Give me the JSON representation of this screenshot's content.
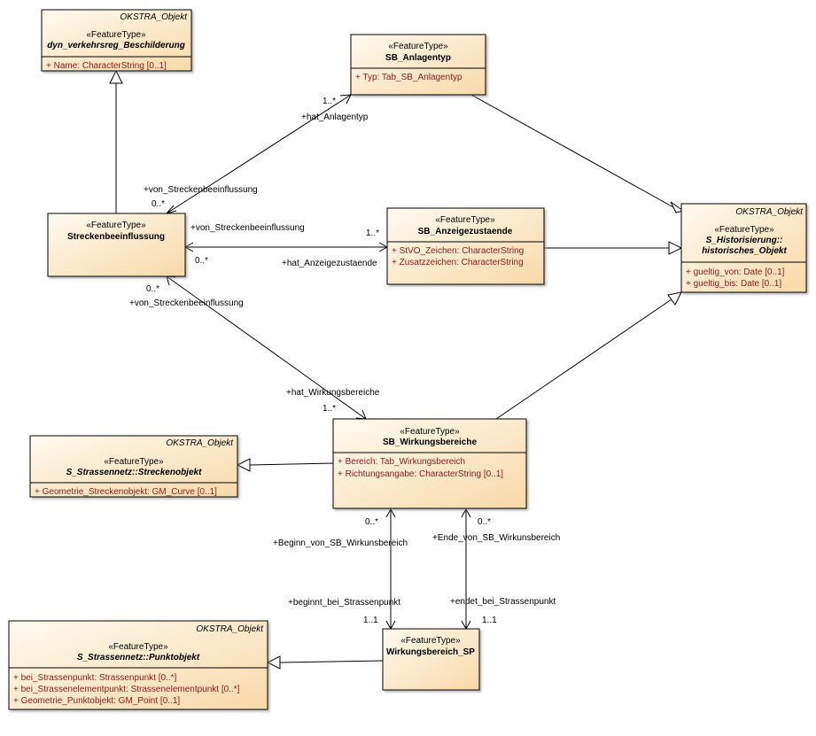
{
  "stereotype": "«FeatureType»",
  "classes": {
    "dyn": {
      "tag": "OKSTRA_Objekt",
      "stereotype": "«FeatureType»",
      "name": "dyn_verkehrsreg_Beschilderung",
      "attrs": [
        "+    Name: CharacterString [0..1]"
      ]
    },
    "anlagentyp": {
      "stereotype": "«FeatureType»",
      "name": "SB_Anlagentyp",
      "attrs": [
        "+    Typ: Tab_SB_Anlagentyp"
      ]
    },
    "streckenbee": {
      "stereotype": "«FeatureType»",
      "name": "Streckenbeeinflussung"
    },
    "anzeige": {
      "stereotype": "«FeatureType»",
      "name": "SB_Anzeigezustaende",
      "attrs": [
        "+    StVO_Zeichen: CharacterString",
        "+    Zusatzzeichen: CharacterString"
      ]
    },
    "hist": {
      "tag": "OKSTRA_Objekt",
      "stereotype": "«FeatureType»",
      "name1": "S_Historisierung::",
      "name2": "historisches_Objekt",
      "attrs": [
        "+    gueltig_von: Date [0..1]",
        "+    gueltig_bis: Date [0..1]"
      ]
    },
    "strecken": {
      "tag": "OKSTRA_Objekt",
      "stereotype": "«FeatureType»",
      "name": "S_Strassennetz::Streckenobjekt",
      "attrs": [
        "+    Geometrie_Streckenobjekt: GM_Curve [0..1]"
      ]
    },
    "wirk": {
      "stereotype": "«FeatureType»",
      "name": "SB_Wirkungsbereiche",
      "attrs": [
        "+    Bereich: Tab_Wirkungsbereich",
        "+    Richtungsangabe: CharacterString [0..1]"
      ]
    },
    "punkt": {
      "tag": "OKSTRA_Objekt",
      "stereotype": "«FeatureType»",
      "name": "S_Strassennetz::Punktobjekt",
      "attrs": [
        "+    bei_Strassenpunkt: Strassenpunkt [0..*]",
        "+    bei_Strassenelementpunkt: Strassenelementpunkt [0..*]",
        "+    Geometrie_Punktobjekt: GM_Point [0..1]"
      ]
    },
    "wsp": {
      "stereotype": "«FeatureType»",
      "name": "Wirkungsbereich_SP"
    }
  },
  "labels": {
    "a1_role_top": "+hat_Anlagentyp",
    "a1_mult_top": "1..*",
    "a1_role_bottom": "+von_Streckenbeeinflussung",
    "a1_mult_bottom": "0..*",
    "a2_role_left": "+von_Streckenbeeinflussung",
    "a2_mult_left": "0..*",
    "a2_role_right": "+hat_Anzeigezustaende",
    "a2_mult_right": "1..*",
    "a3_mult_top": "0..*",
    "a3_role_top": "+von_Streckenbeeinflussung",
    "a3_role_bottom": "+hat_Wirkungsbereiche",
    "a3_mult_bottom": "1..*",
    "a4_mult_top": "0..*",
    "a4_role_top": "+Beginn_von_SB_Wirkunsbereich",
    "a4_role_bottom": "+beginnt_bei_Strassenpunkt",
    "a4_mult_bottom": "1..1",
    "a5_mult_top": "0..*",
    "a5_role_top": "+Ende_von_SB_Wirkunsbereich",
    "a5_role_bottom": "+endet_bei_Strassenpunkt",
    "a5_mult_bottom": "1..1"
  }
}
